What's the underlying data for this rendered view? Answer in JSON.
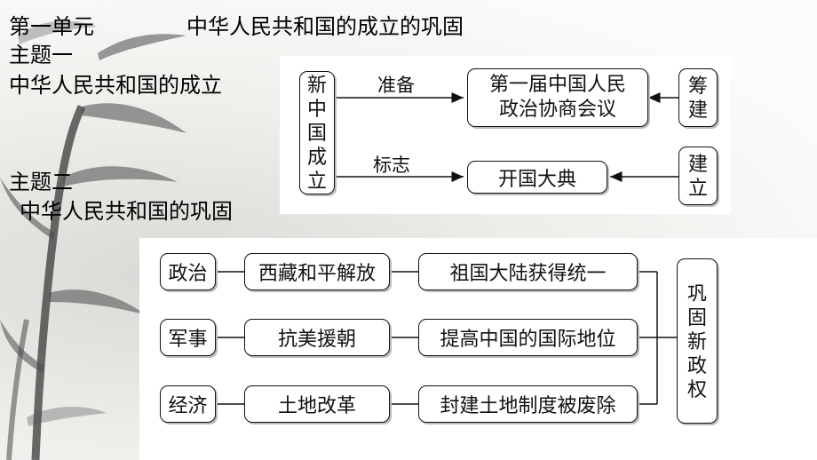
{
  "header": {
    "unit": "第一单元",
    "title": "中华人民共和国的成立的巩固",
    "topic1": "主题一",
    "topic1_name": "中华人民共和国的成立",
    "topic2": "主题二",
    "topic2_name": "中华人民共和国的巩固"
  },
  "top_diagram": {
    "left_box": [
      "新",
      "中",
      "国",
      "成",
      "立"
    ],
    "arrow1_label": "准备",
    "arrow2_label": "标志",
    "conference_line1": "第一届中国人民",
    "conference_line2": "政治协商会议",
    "ceremony": "开国大典",
    "right_top": [
      "筹",
      "建"
    ],
    "right_bottom": [
      "建",
      "立"
    ]
  },
  "bottom_diagram": {
    "rows": [
      {
        "category": "政治",
        "event": "西藏和平解放",
        "result": "祖国大陆获得统一"
      },
      {
        "category": "军事",
        "event": "抗美援朝",
        "result": "提高中国的国际地位"
      },
      {
        "category": "经济",
        "event": "土地改革",
        "result": "封建土地制度被废除"
      }
    ],
    "conclusion": [
      "巩",
      "固",
      "新",
      "政",
      "权"
    ]
  }
}
